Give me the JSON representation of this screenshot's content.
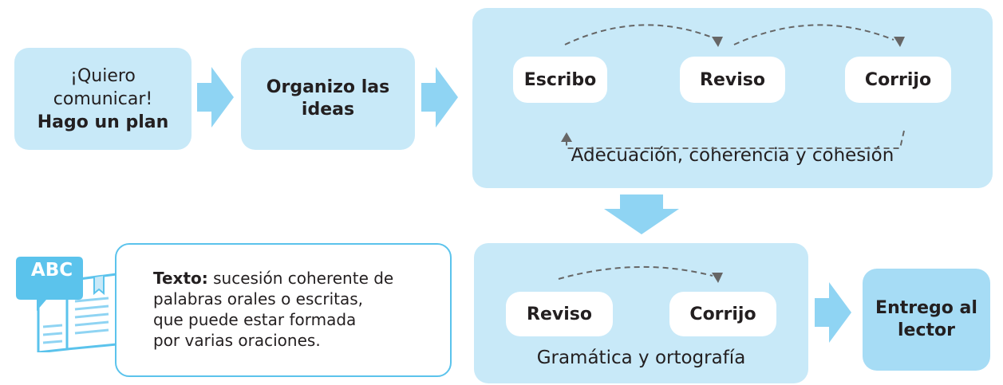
{
  "step1": {
    "line1": "¡Quiero",
    "line2": "comunicar!",
    "line3": "Hago un plan"
  },
  "step2": {
    "line1": "Organizo las",
    "line2": "ideas"
  },
  "draft_stage": {
    "items": [
      "Escribo",
      "Reviso",
      "Corrijo"
    ],
    "caption": "Adecuación, coherencia y cohesión"
  },
  "proof_stage": {
    "items": [
      "Reviso",
      "Corrijo"
    ],
    "caption": "Gramática y ortografía"
  },
  "final_step": {
    "line1": "Entrego al",
    "line2": "lector"
  },
  "definition": {
    "icon_text": "ABC",
    "term": "Texto:",
    "line1": " sucesión coherente de",
    "line2": "palabras orales o escritas,",
    "line3": "que puede estar formada",
    "line4": "por varias oraciones."
  },
  "colors": {
    "box_fill": "#c8e9f8",
    "final_fill": "#a6dcf5",
    "arrow_fill": "#8fd4f3",
    "border": "#5bc3ec",
    "dash": "#666666"
  }
}
